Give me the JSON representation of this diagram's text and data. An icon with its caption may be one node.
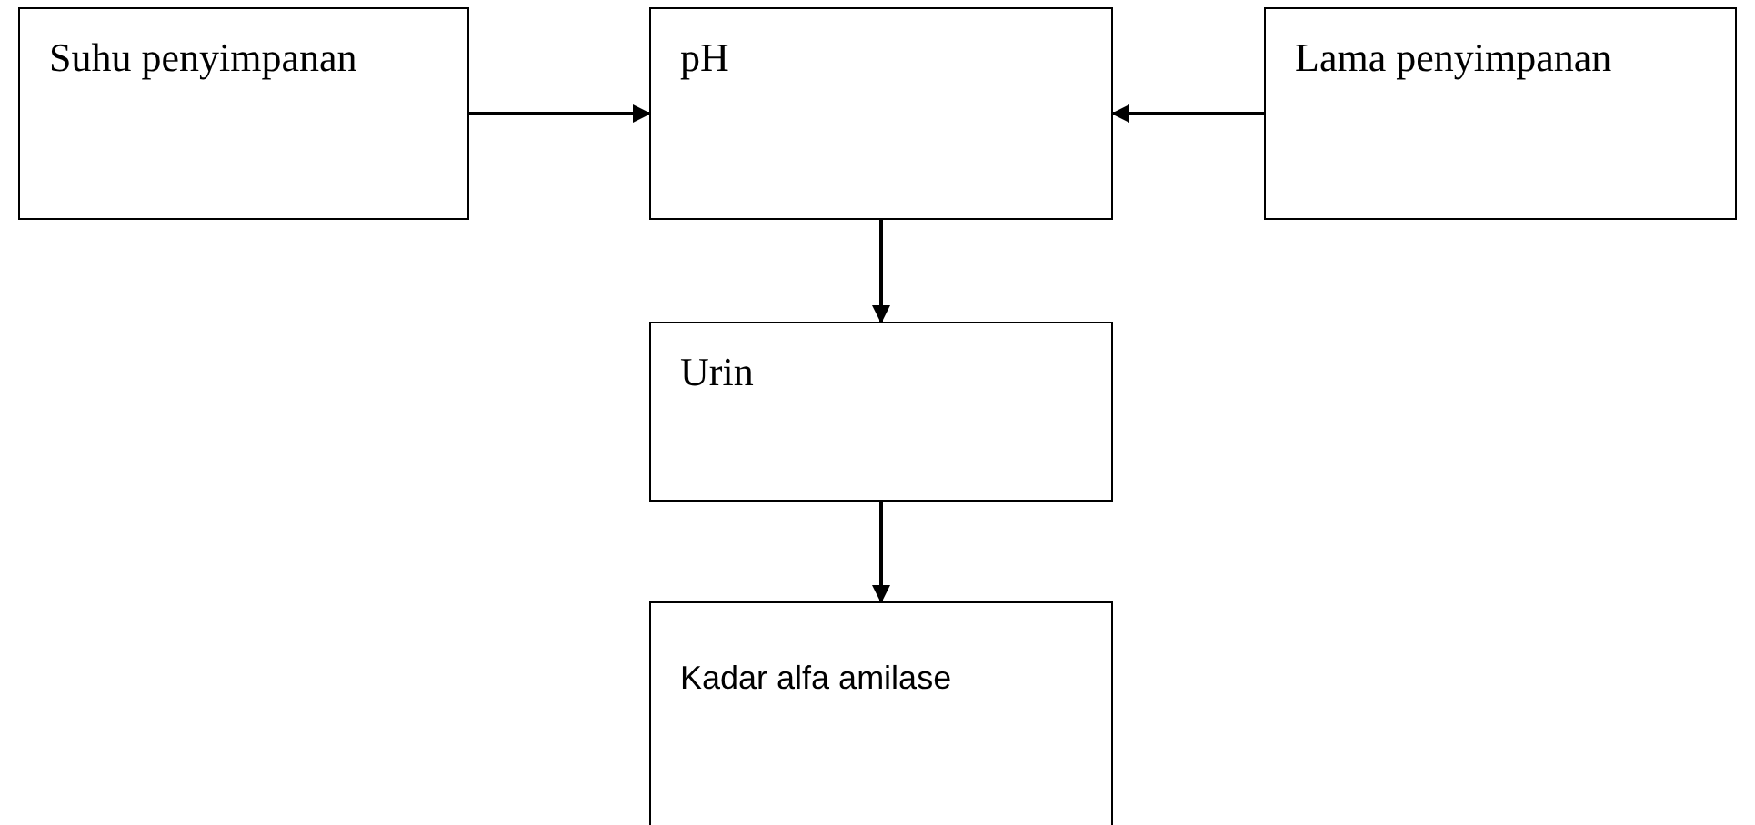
{
  "diagram": {
    "nodes": [
      {
        "text": [
          "Suhu penyimpanan"
        ]
      },
      {
        "text": [
          "pH"
        ]
      },
      {
        "text": [
          "Lama penyimpanan"
        ]
      },
      {
        "text": [
          "Urin"
        ]
      },
      {
        "text": [
          "Kadar alfa amilase"
        ]
      }
    ],
    "edges": [
      {
        "from": 0,
        "to": 1,
        "arrow": "to"
      },
      {
        "from": 2,
        "to": 1,
        "arrow": "to"
      },
      {
        "from": 1,
        "to": 3,
        "arrow": "to"
      },
      {
        "from": 3,
        "to": 4,
        "arrow": "to"
      }
    ]
  }
}
